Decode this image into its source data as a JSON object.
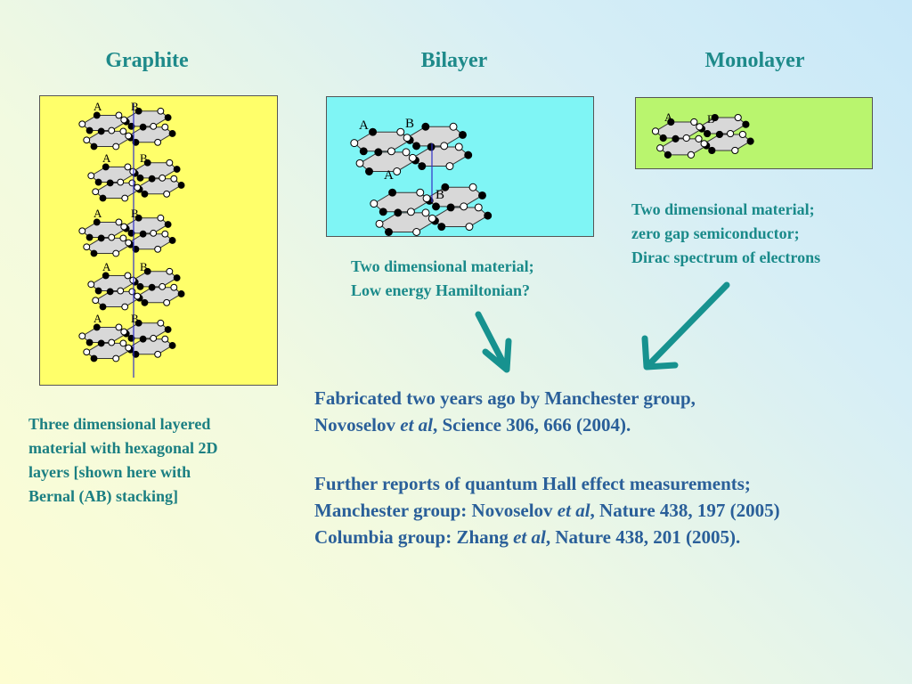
{
  "titles": {
    "graphite": "Graphite",
    "bilayer": "Bilayer",
    "monolayer": "Monolayer"
  },
  "lattice_labels": {
    "a": "A",
    "b": "B"
  },
  "colors": {
    "graphite_bg": "#ffff6a",
    "bilayer_bg": "#7ff5f5",
    "monolayer_bg": "#b9f56e",
    "title": "#1e8a8a",
    "text_teal": "#1a8a8a",
    "text_blue": "#2a5f99",
    "arrow": "#17928f"
  },
  "captions": {
    "graphite": [
      "Three dimensional layered",
      "material with hexagonal 2D",
      "layers [shown here with",
      "Bernal (AB) stacking]"
    ],
    "bilayer": [
      "Two dimensional material;",
      "Low energy Hamiltonian?"
    ],
    "monolayer": [
      "Two dimensional material;",
      "zero gap semiconductor;",
      "Dirac spectrum of electrons"
    ]
  },
  "fabrication": {
    "line1": "Fabricated two years ago by Manchester group,",
    "line2_pre": "Novoselov ",
    "line2_em": "et al",
    "line2_post": ", Science 306, 666 (2004)."
  },
  "reports": {
    "line1": "Further reports of quantum Hall effect measurements;",
    "line2_pre": "Manchester group: Novoselov ",
    "line2_em": "et al",
    "line2_post": ", Nature 438, 197 (2005)",
    "line3_pre": "Columbia group: Zhang ",
    "line3_em": "et al",
    "line3_post": ", Nature 438, 201 (2005)."
  }
}
